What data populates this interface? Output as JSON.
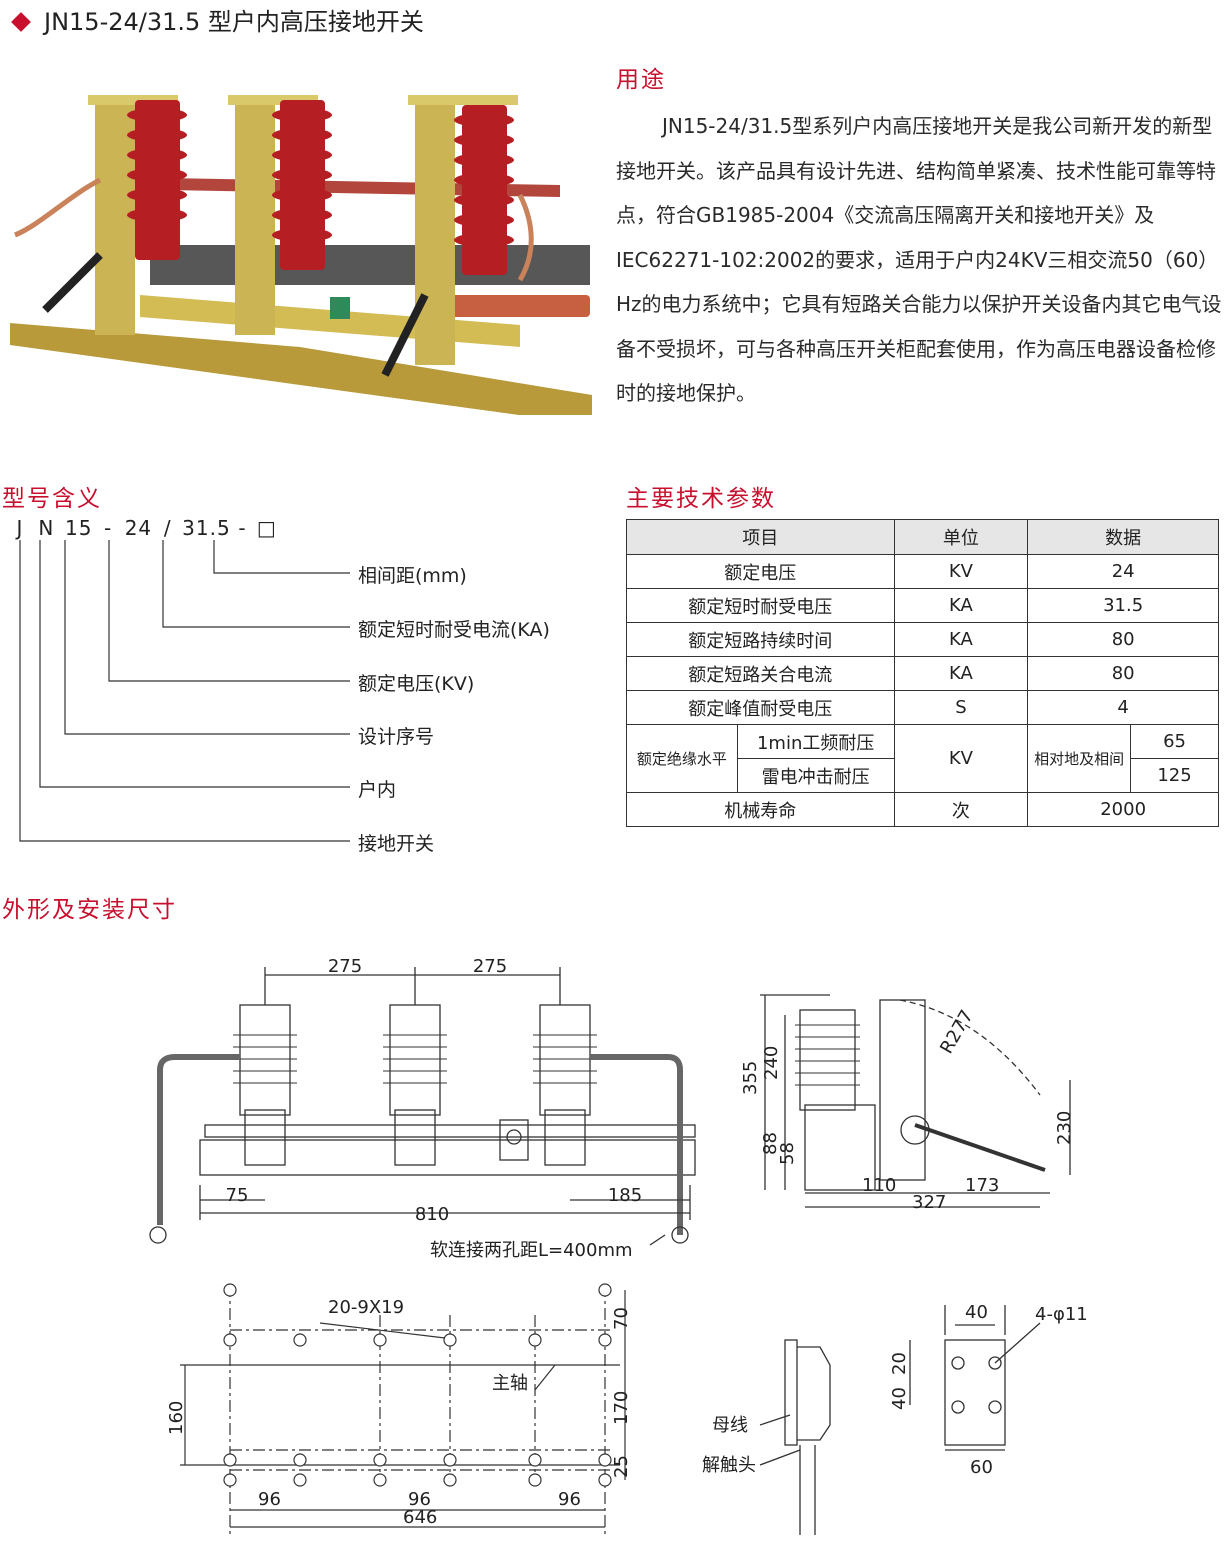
{
  "header": {
    "title": "JN15-24/31.5 型户内高压接地开关"
  },
  "usage": {
    "heading": "用途",
    "text": "JN15-24/31.5型系列户内高压接地开关是我公司新开发的新型接地开关。该产品具有设计先进、结构简单紧凑、技术性能可靠等特点，符合GB1985-2004《交流高压隔离开关和接地开关》及IEC62271-102:2002的要求，适用于户内24KV三相交流50（60）Hz的电力系统中；它具有短路关合能力以保护开关设备内其它电气设备不受损坏，可与各种高压开关柜配套使用，作为高压电器设备检修时的接地保护。"
  },
  "model": {
    "heading": "型号含义",
    "code_parts": [
      "J",
      "N",
      "15",
      "-",
      "24",
      "/",
      "31.5",
      "-",
      "□"
    ],
    "labels": [
      "相间距(mm)",
      "额定短时耐受电流(KA)",
      "额定电压(KV)",
      "设计序号",
      "户内",
      "接地开关"
    ]
  },
  "params": {
    "heading": "主要技术参数",
    "headers": [
      "项目",
      "单位",
      "数据"
    ],
    "rows": [
      {
        "item": "额定电压",
        "unit": "KV",
        "value": "24"
      },
      {
        "item": "额定短时耐受电压",
        "unit": "KA",
        "value": "31.5"
      },
      {
        "item": "额定短路持续时间",
        "unit": "KA",
        "value": "80"
      },
      {
        "item": "额定短路关合电流",
        "unit": "KA",
        "value": "80"
      },
      {
        "item": "额定峰值耐受电压",
        "unit": "S",
        "value": "4"
      }
    ],
    "insulation": {
      "label": "额定绝缘水平",
      "sub1": "1min工频耐压",
      "sub2": "雷电冲击耐压",
      "unit": "KV",
      "note": "相对地及相间",
      "v1": "65",
      "v2": "125"
    },
    "life": {
      "item": "机械寿命",
      "unit": "次",
      "value": "2000"
    }
  },
  "dims": {
    "heading": "外形及安装尺寸",
    "front": {
      "d1": "275",
      "d2": "275",
      "left": "75",
      "right": "185",
      "width": "810",
      "note": "软连接两孔距L=400mm"
    },
    "side": {
      "h355": "355",
      "h240": "240",
      "r": "R277",
      "h230": "230",
      "h88": "88",
      "h58": "58",
      "w110": "110",
      "w173": "173",
      "w327": "327"
    },
    "plan": {
      "holes": "20-9X19",
      "axis": "主轴",
      "d70": "70",
      "d170": "170",
      "d25": "25",
      "d160": "160",
      "w96a": "96",
      "w96b": "96",
      "w96c": "96",
      "w646": "646"
    },
    "detail": {
      "busbar": "母线",
      "contact": "解触头",
      "w40": "40",
      "holes": "4-φ11",
      "h20": "20",
      "h40": "40",
      "w60": "60"
    }
  },
  "colors": {
    "accent": "#c8102e",
    "insulator": "#b51f24",
    "frame": "#c9b04a"
  }
}
